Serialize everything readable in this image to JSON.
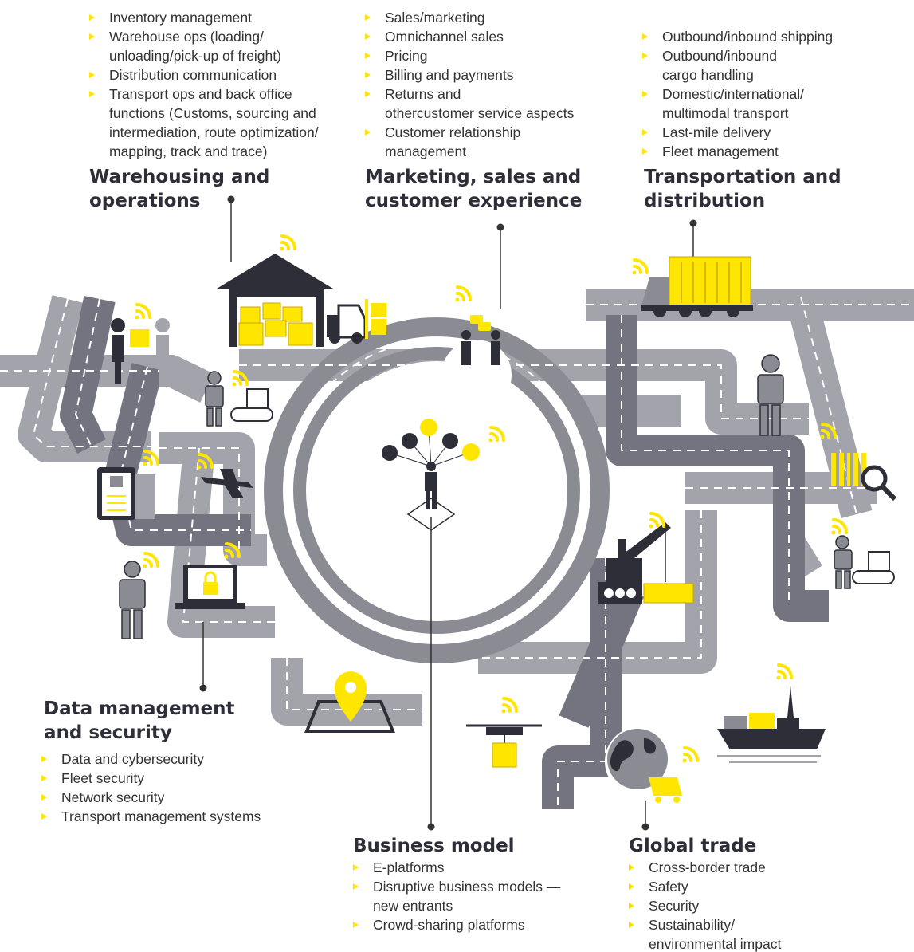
{
  "colors": {
    "accent": "#ffe600",
    "dark": "#2e2e38",
    "road_dark": "#747480",
    "road_light": "#a3a3ab",
    "text": "#333333"
  },
  "sections": {
    "warehousing": {
      "title": "Warehousing and\noperations",
      "items": [
        "Inventory management",
        "Warehouse ops (loading/\nunloading/pick-up of freight)",
        "Distribution communication",
        "Transport ops and back office\nfunctions (Customs, sourcing and\nintermediation, route optimization/\nmapping, track and trace)"
      ]
    },
    "marketing": {
      "title": "Marketing, sales and\ncustomer experience",
      "items": [
        "Sales/marketing",
        "Omnichannel sales",
        "Pricing",
        "Billing and payments",
        "Returns and\nothercustomer service aspects",
        "Customer relationship\nmanagement"
      ]
    },
    "transportation": {
      "title": "Transportation and\ndistribution",
      "items": [
        "Outbound/inbound shipping",
        "Outbound/inbound\ncargo handling",
        "Domestic/international/\nmultimodal transport",
        "Last-mile delivery",
        "Fleet management"
      ]
    },
    "data": {
      "title": "Data management\nand security",
      "items": [
        "Data and cybersecurity",
        "Fleet security",
        "Network security",
        "Transport management systems"
      ]
    },
    "business": {
      "title": "Business model",
      "items": [
        "E-platforms",
        "Disruptive business models —\nnew entrants",
        "Crowd-sharing platforms"
      ]
    },
    "global": {
      "title": "Global trade",
      "items": [
        "Cross-border trade",
        "Safety",
        "Security",
        "Sustainability/\nenvironmental impact"
      ]
    }
  },
  "icons": [
    "warehouse-icon",
    "forklift-icon",
    "handover-people-icon",
    "robot-icon",
    "conveyor-crate-icon",
    "checklist-clipboard-icon",
    "airplane-icon",
    "laptop-lock-icon",
    "map-pin-icon",
    "drone-icon",
    "people-chat-icon",
    "balloon-person-icon",
    "truck-icon",
    "barcode-magnifier-icon",
    "crane-container-icon",
    "cargo-ship-icon",
    "globe-cart-icon",
    "wifi-signal-icon"
  ]
}
